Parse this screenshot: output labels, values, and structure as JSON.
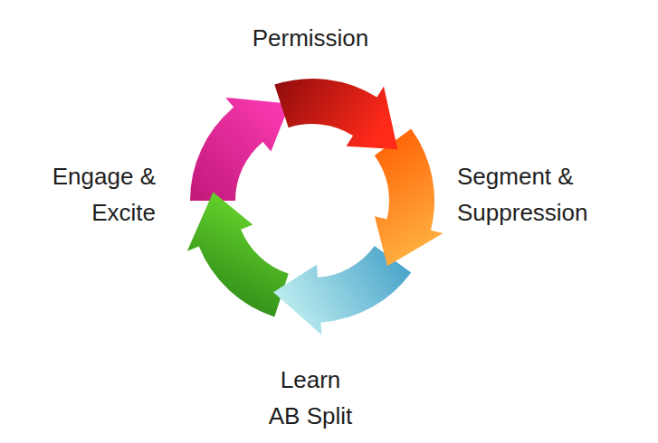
{
  "diagram": {
    "labels": [
      "Permission",
      "Segment & Suppression",
      "Learn AB Split",
      "Engage & Excite"
    ]
  }
}
